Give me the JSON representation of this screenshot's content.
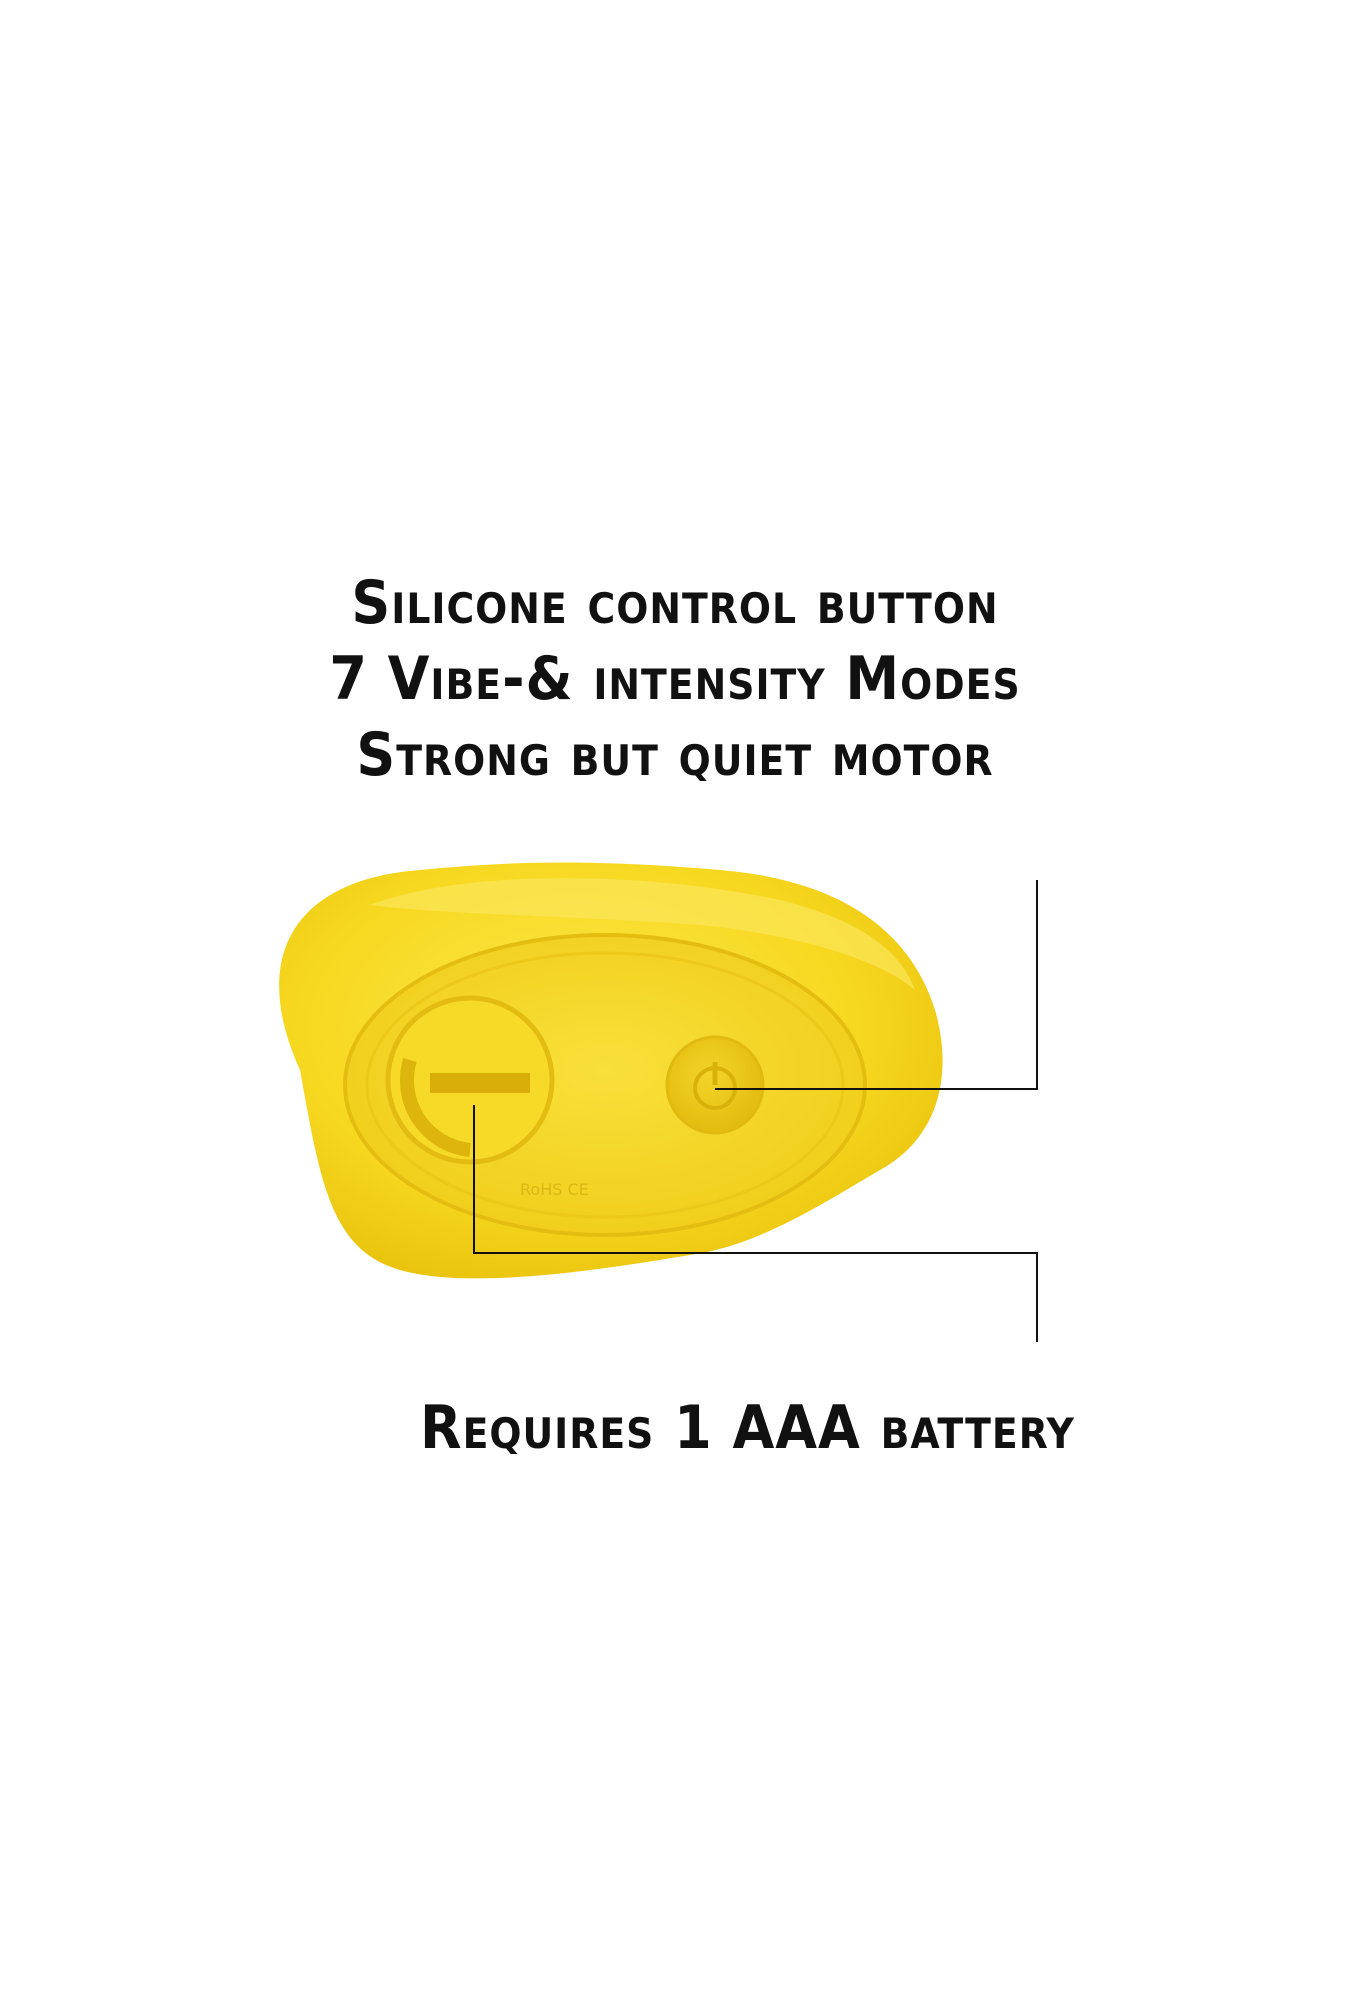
{
  "features": {
    "line1": "Silicone control button",
    "line2": "7 Vibe-& intensity Modes",
    "line3": "Strong but quiet motor"
  },
  "battery": {
    "label": "Requires 1 AAA battery"
  },
  "device": {
    "body_color": "#F7DA1E",
    "shade_color": "#E8C40E",
    "highlight_color": "#FCEB5A"
  }
}
